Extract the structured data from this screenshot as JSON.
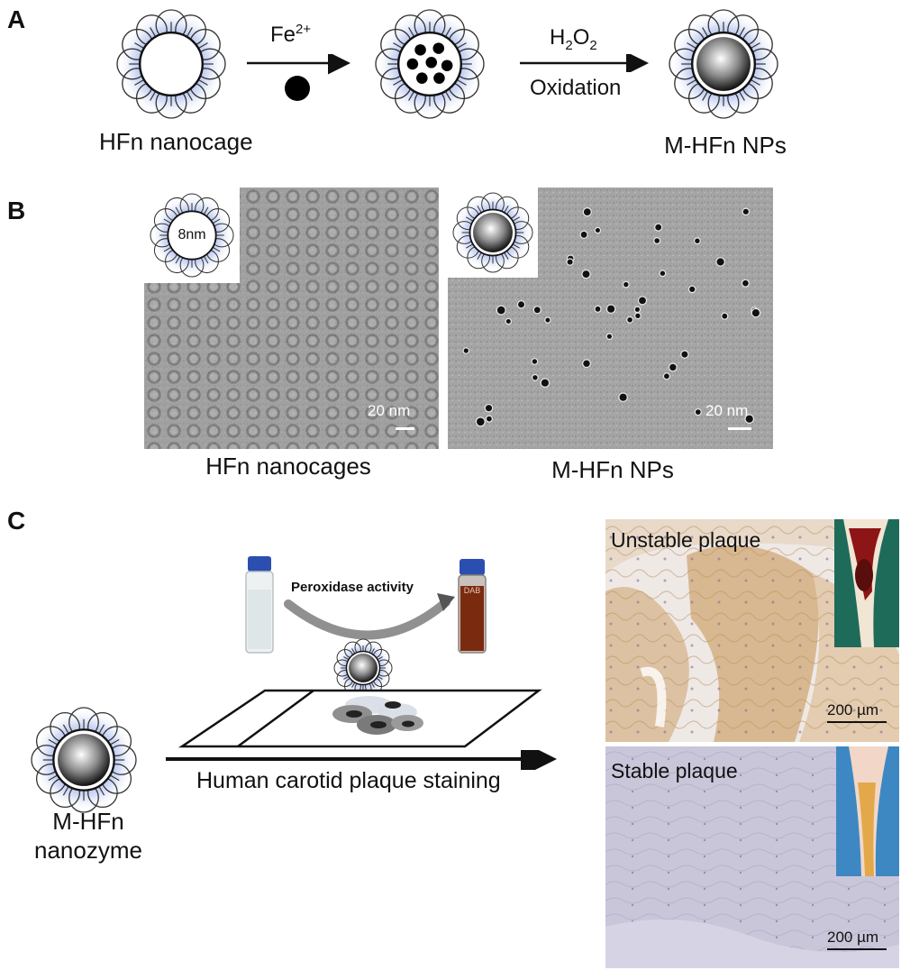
{
  "panels": {
    "a": {
      "label": "A",
      "fe": {
        "base": "Fe",
        "sup": "2+"
      },
      "h2o2": {
        "h": "H",
        "sub1": "2",
        "o": "O",
        "sub2": "2"
      },
      "oxidation": "Oxidation",
      "cage_caption": "HFn nanocage",
      "np_caption": "M-HFn NPs"
    },
    "b": {
      "label": "B",
      "inset_size": "8nm",
      "left_scale": "20 nm",
      "right_scale": "20 nm",
      "left_caption": "HFn nanocages",
      "right_caption": "M-HFn NPs"
    },
    "c": {
      "label": "C",
      "peroxidase": "Peroxidase activity",
      "vial_label": "DAB",
      "staining": "Human carotid plaque staining",
      "nanozyme_line1": "M-HFn",
      "nanozyme_line2": "nanozyme",
      "unstable": "Unstable plaque",
      "stable": "Stable plaque",
      "scale_top": "200 µm",
      "scale_bottom": "200 µm"
    }
  },
  "colors": {
    "shell_glow": "#8fa6e6",
    "tem_background": "#9e9e9e",
    "unstable_tissue": "#d8b891",
    "stable_tissue": "#c9c6da",
    "dab_vial": "#7a2a0f",
    "vial_cap": "#2b4fb0"
  }
}
